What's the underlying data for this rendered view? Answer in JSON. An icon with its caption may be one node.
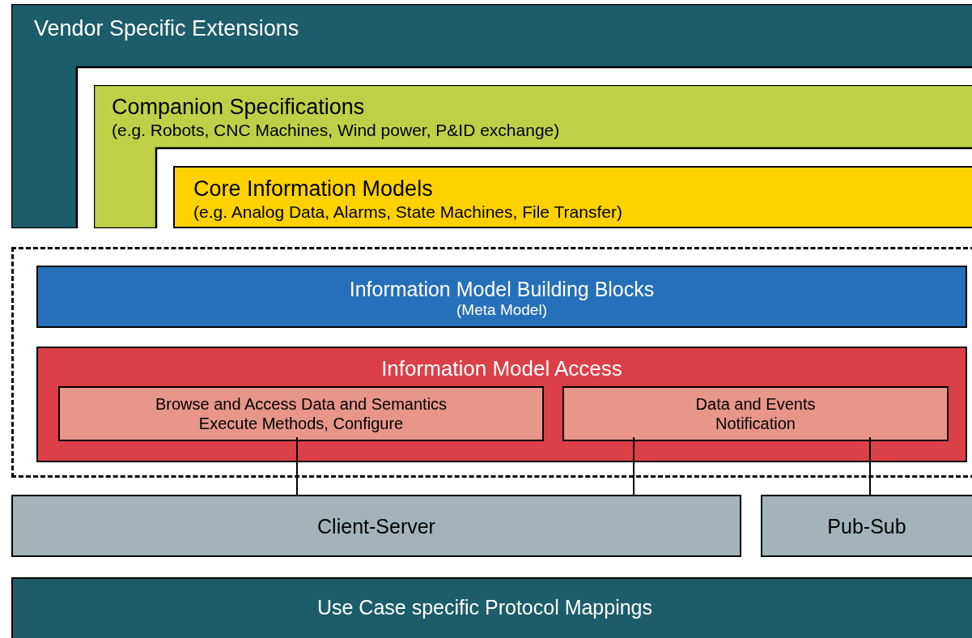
{
  "diagram": {
    "nodes": [
      {
        "text": [
          "Vendor Specific Extensions"
        ]
      },
      {
        "text": [
          "Companion Specifications",
          "(e.g. Robots, CNC Machines, Wind power, P&ID exchange)"
        ]
      },
      {
        "text": [
          "Core Information Models",
          "(e.g. Analog Data, Alarms, State Machines, File Transfer)"
        ]
      },
      {
        "text": [],
        "shape": "box"
      },
      {
        "text": [
          "Information Model Building Blocks",
          "(Meta Model)"
        ],
        "in": 3
      },
      {
        "text": [
          "Information Model Access"
        ],
        "in": 3
      },
      {
        "text": [
          "Browse and Access Data and Semantics",
          "Execute Methods, Configure"
        ],
        "in": 5
      },
      {
        "text": [
          "Data and Events",
          "Notification"
        ],
        "in": 5
      },
      {
        "text": [
          "Client-Server"
        ]
      },
      {
        "text": [
          "Pub-Sub"
        ]
      },
      {
        "text": [
          "Use Case specific Protocol Mappings"
        ]
      }
    ],
    "edges": [
      {
        "from": 6,
        "to": 8,
        "arrow": "none"
      },
      {
        "from": 7,
        "to": 8,
        "arrow": "none"
      },
      {
        "from": 7,
        "to": 9,
        "arrow": "none"
      }
    ]
  }
}
